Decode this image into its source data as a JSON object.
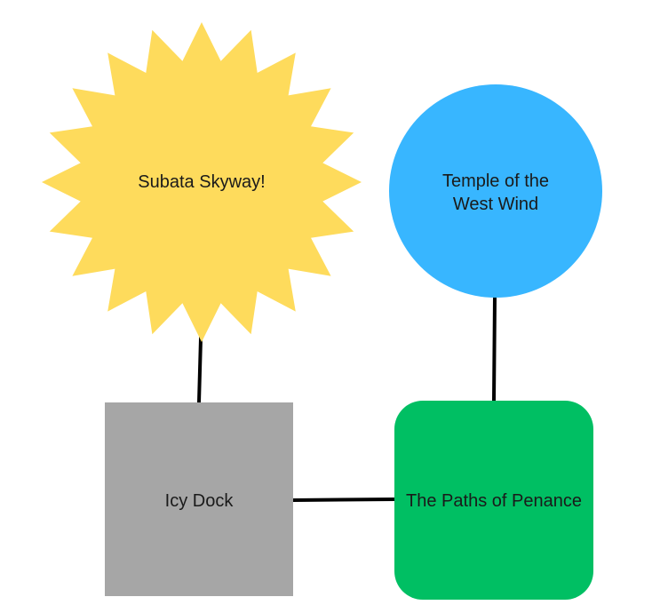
{
  "nodes": {
    "subata_skyway": {
      "label": "Subata Skyway!",
      "shape": "starburst",
      "color": "#FEDB5C"
    },
    "temple_west_wind": {
      "label_lines": [
        "Temple of the",
        "West Wind"
      ],
      "shape": "circle",
      "color": "#38B6FF"
    },
    "icy_dock": {
      "label": "Icy Dock",
      "shape": "square",
      "color": "#A6A6A6"
    },
    "paths_of_penance": {
      "label": "The Paths of Penance",
      "shape": "rounded-square",
      "color": "#00BF63"
    }
  },
  "edges": [
    {
      "from": "subata_skyway",
      "to": "icy_dock"
    },
    {
      "from": "temple_west_wind",
      "to": "paths_of_penance"
    },
    {
      "from": "icy_dock",
      "to": "paths_of_penance"
    }
  ],
  "line_color": "#000000"
}
